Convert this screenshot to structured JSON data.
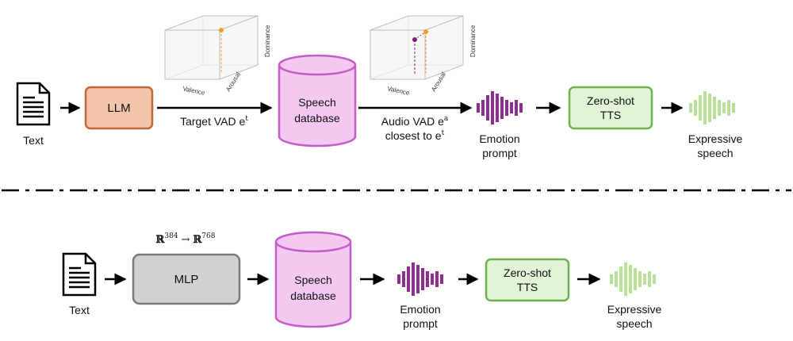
{
  "top": {
    "input_label": "Text",
    "llm_label": "LLM",
    "target_vad_label": "Target VAD e",
    "target_vad_sup": "t",
    "db_label_1": "Speech",
    "db_label_2": "database",
    "audio_vad_label": "Audio VAD e",
    "audio_vad_sup": "a",
    "closest_label": "closest to e",
    "closest_sup": "t",
    "emotion_label_1": "Emotion",
    "emotion_label_2": "prompt",
    "tts_label_1": "Zero-shot",
    "tts_label_2": "TTS",
    "output_label_1": "Expressive",
    "output_label_2": "speech",
    "cube_axes": {
      "x": "Valence",
      "y": "Arousal",
      "z": "Dominance"
    }
  },
  "bottom": {
    "input_label": "Text",
    "mlp_label": "MLP",
    "mapping_base": "ℝ",
    "mapping_in": "384",
    "mapping_arrow": "→",
    "mapping_out": "768",
    "db_label_1": "Speech",
    "db_label_2": "database",
    "emotion_label_1": "Emotion",
    "emotion_label_2": "prompt",
    "tts_label_1": "Zero-shot",
    "tts_label_2": "TTS",
    "output_label_1": "Expressive",
    "output_label_2": "speech"
  },
  "colors": {
    "llm_fill": "#f2c4a9",
    "llm_stroke": "#c0663a",
    "mlp_fill": "#d1d1d1",
    "mlp_stroke": "#7a7a7a",
    "db_fill": "#f3c9f1",
    "db_stroke": "#c55dc8",
    "tts_fill": "#e2f3d6",
    "tts_stroke": "#6fb24d",
    "wave_purple": "#8c2f8f",
    "wave_green": "#b9e19a",
    "point_orange": "#f0a020",
    "point_purple": "#7a1f7e"
  },
  "icons": [
    "document-icon",
    "waveform-icon",
    "cylinder-icon",
    "cube-plot-icon"
  ]
}
